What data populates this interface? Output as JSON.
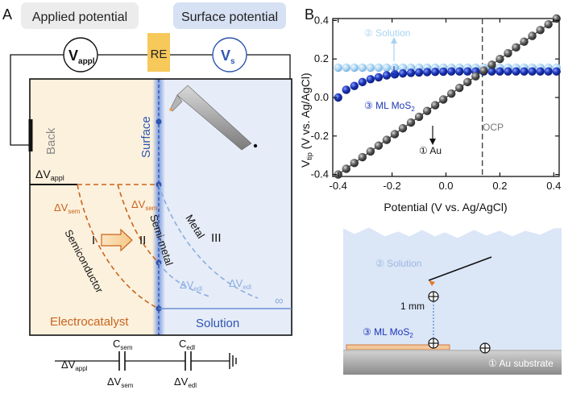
{
  "panel_a": {
    "panel_label": "A",
    "header_applied": "Applied potential",
    "header_surface": "Surface potential",
    "v_appl_main": "V",
    "v_appl_sub": "appl",
    "re_label": "RE",
    "v_s_main": "V",
    "v_s_sub": "s",
    "back_label": "Back",
    "surface_label": "Surface",
    "delta_v_appl": "ΔV",
    "delta_v_appl_sub": "appl",
    "delta_v_sem_1": "ΔV",
    "delta_v_sem_1_sub": "sem",
    "delta_v_sem_2": "ΔV",
    "delta_v_sem_2_sub": "sem",
    "semiconductor_label": "Semiconductor",
    "semi_metal_label": "Semi-metal",
    "metal_label": "Metal",
    "roman_1": "I",
    "roman_2": "II",
    "roman_3": "III",
    "delta_v_edl_1": "ΔV",
    "delta_v_edl_1_sub": "edl",
    "delta_v_edl_2": "ΔV",
    "delta_v_edl_2_sub": "edl",
    "infinity": "∞",
    "electrocatalyst_label": "Electrocatalyst",
    "solution_label": "Solution",
    "circuit_v_appl": "ΔV",
    "circuit_v_appl_sub": "appl",
    "c_sem": "C",
    "c_sem_sub": "sem",
    "c_edl": "C",
    "c_edl_sub": "edl",
    "circuit_v_sem": "ΔV",
    "circuit_v_sem_sub": "sem",
    "circuit_v_edl": "ΔV",
    "circuit_v_edl_sub": "edl"
  },
  "panel_b": {
    "panel_label": "B",
    "y_label_main": "V",
    "y_label_sub": "tip",
    "y_label_rest": " (V vs. Ag/AgCl)",
    "x_label": "Potential (V vs. Ag/AgCl)",
    "legend_solution": "② Solution",
    "legend_mos2_main": "③ ML MoS",
    "legend_mos2_sub": "2",
    "legend_au": "① Au",
    "ocp_label": "OCP",
    "schematic_solution": "② Solution",
    "schematic_distance": "1 mm",
    "schematic_mos2_main": "③ ML MoS",
    "schematic_mos2_sub": "2",
    "schematic_substrate": "① Au substrate"
  },
  "colors": {
    "electrocatalyst_bg": "#fcf1dd",
    "solution_bg": "#e6ecf8",
    "surface_line": "#2f55b0",
    "orange": "#c8641e",
    "light_blue": "#8aaee0",
    "dark_blue": "#1a3fb0",
    "re_box": "#f7c85a",
    "header_grey": "#ececec",
    "header_blue": "#d6e1f3"
  },
  "chart_data": {
    "type": "scatter",
    "x": [
      -0.4,
      -0.37,
      -0.34,
      -0.31,
      -0.28,
      -0.25,
      -0.22,
      -0.19,
      -0.16,
      -0.13,
      -0.1,
      -0.07,
      -0.04,
      -0.01,
      0.02,
      0.05,
      0.08,
      0.11,
      0.14,
      0.17,
      0.2,
      0.23,
      0.26,
      0.29,
      0.32,
      0.35,
      0.38,
      0.41
    ],
    "series": [
      {
        "name": "② Solution",
        "color": "#a9d3f2",
        "values": [
          0.155,
          0.155,
          0.155,
          0.155,
          0.155,
          0.155,
          0.155,
          0.155,
          0.155,
          0.155,
          0.155,
          0.155,
          0.155,
          0.155,
          0.155,
          0.155,
          0.155,
          0.155,
          0.155,
          0.155,
          0.155,
          0.155,
          0.155,
          0.155,
          0.155,
          0.155,
          0.155,
          0.155
        ]
      },
      {
        "name": "③ ML MoS2",
        "color": "#1b35b8",
        "values": [
          0.0,
          0.04,
          0.06,
          0.08,
          0.095,
          0.105,
          0.115,
          0.12,
          0.125,
          0.128,
          0.13,
          0.132,
          0.133,
          0.134,
          0.135,
          0.135,
          0.135,
          0.135,
          0.135,
          0.135,
          0.135,
          0.135,
          0.135,
          0.135,
          0.135,
          0.135,
          0.135,
          0.135
        ]
      },
      {
        "name": "① Au",
        "color": "#555555",
        "values": [
          -0.4,
          -0.37,
          -0.34,
          -0.31,
          -0.28,
          -0.25,
          -0.22,
          -0.19,
          -0.16,
          -0.13,
          -0.1,
          -0.07,
          -0.04,
          -0.01,
          0.02,
          0.05,
          0.08,
          0.11,
          0.14,
          0.17,
          0.2,
          0.23,
          0.26,
          0.29,
          0.32,
          0.35,
          0.38,
          0.41
        ]
      }
    ],
    "xlabel": "Potential (V vs. Ag/AgCl)",
    "ylabel": "Vtip (V vs. Ag/AgCl)",
    "xlim": [
      -0.42,
      0.42
    ],
    "ylim": [
      -0.41,
      0.41
    ],
    "xticks": [
      "-0.4",
      "-0.2",
      "0.0",
      "0.2",
      "0.4"
    ],
    "yticks": [
      "0.4",
      "0.2",
      "0.0",
      "-0.2",
      "-0.4"
    ],
    "ocp_x": 0.135,
    "ocp_label": "OCP"
  }
}
